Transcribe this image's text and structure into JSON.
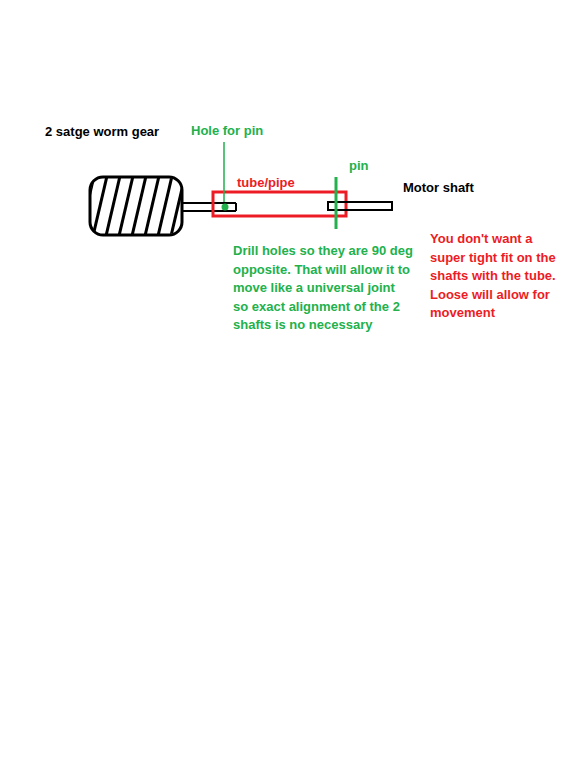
{
  "diagram": {
    "labels": [
      "2 satge worm gear",
      "Hole for pin",
      "tube/pipe",
      "pin",
      "Motor shaft",
      "Drill holes so they are 90 deg opposite. That will allow it to move like a universal joint so exact alignment of the 2 shafts is no necessary",
      "You don't want a super tight fit on the shafts with the tube. Loose will allow for movement"
    ]
  }
}
